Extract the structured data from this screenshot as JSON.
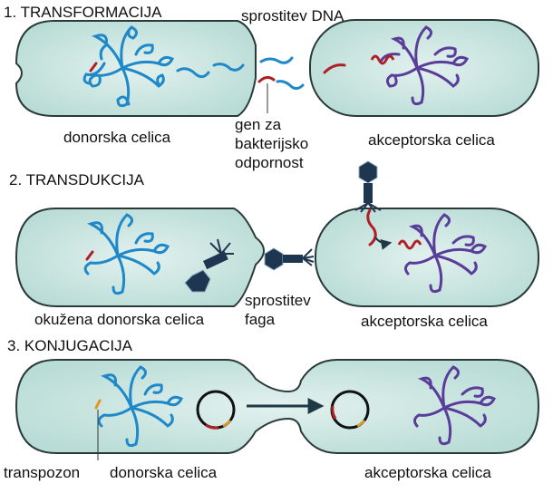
{
  "sections": {
    "transformation": {
      "title": "1. TRANSFORMACIJA",
      "released_dna": "sprostitev DNA",
      "resistance_gene": [
        "gen za",
        "bakterijsko",
        "odpornost"
      ],
      "donor_cell": "donorska celica",
      "acceptor_cell": "akceptorska celica"
    },
    "transduction": {
      "title": "2. TRANSDUKCIJA",
      "released_phage": [
        "sprostitev",
        "faga"
      ],
      "infected_donor_cell": "okužena donorska celica",
      "acceptor_cell": "akceptorska celica"
    },
    "conjugation": {
      "title": "3. KONJUGACIJA",
      "transposon": "transpozon",
      "donor_cell": "donorska celica",
      "acceptor_cell": "akceptorska celica"
    }
  },
  "colors": {
    "cell_fill": "#cfe7e4",
    "cell_outline": "#2a3a3a",
    "donor_dna": "#1e88c8",
    "acceptor_dna": "#5a3d9a",
    "resistance_gene": "#b01e28",
    "transposon": "#e0952a",
    "phage": "#1f3650",
    "arrow": "#1f3a44"
  }
}
